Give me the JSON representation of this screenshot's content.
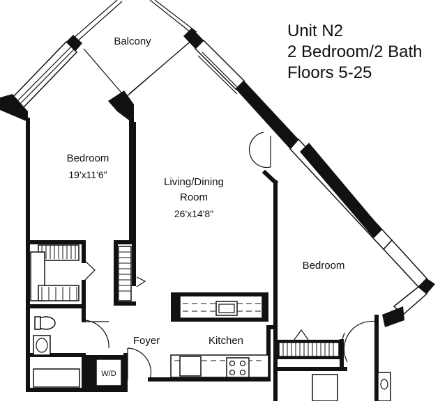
{
  "title": {
    "unit": "Unit N2",
    "layout": "2 Bedroom/2 Bath",
    "floors": "Floors 5-25"
  },
  "rooms": {
    "balcony": "Balcony",
    "bedroom_left": "Bedroom",
    "bedroom_left_size": "19'x11'6\"",
    "living_line1": "Living/Dining",
    "living_line2": "Room",
    "living_size": "26'x14'8\"",
    "bedroom_right": "Bedroom",
    "foyer": "Foyer",
    "kitchen": "Kitchen",
    "washer_dryer": "W/D"
  }
}
